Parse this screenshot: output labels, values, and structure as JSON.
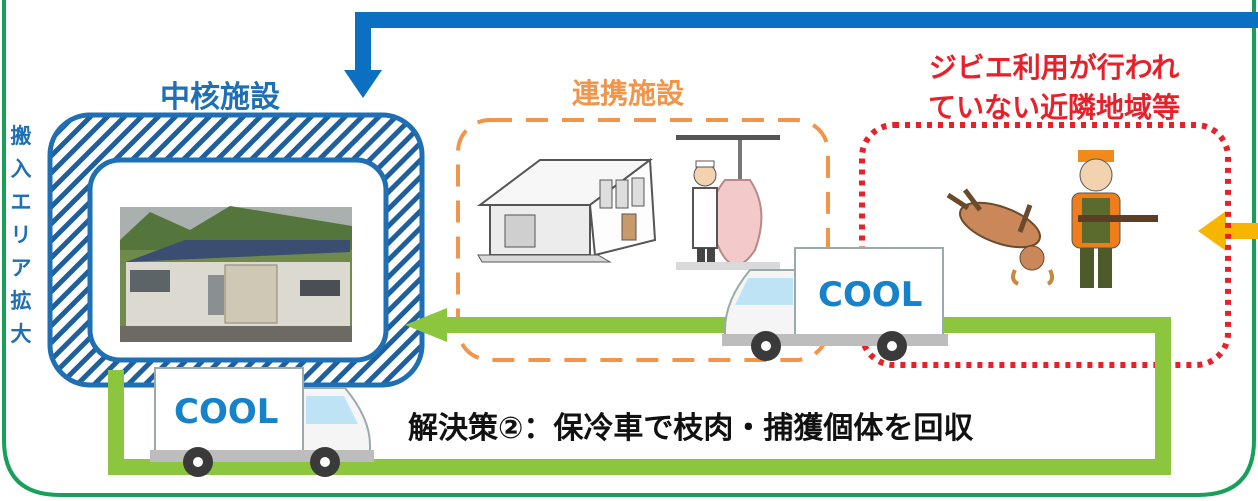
{
  "core_facility": {
    "title": "中核施設"
  },
  "partner_facility": {
    "title": "連携施設"
  },
  "region": {
    "line1": "ジビエ利用が行われ",
    "line2": "ていない近隣地域等"
  },
  "expansion_label": [
    "搬",
    "入",
    "エ",
    "リ",
    "ア",
    "拡",
    "大"
  ],
  "trucks": {
    "label": "COOL"
  },
  "solution": {
    "text": "解決策②：保冷車で枝肉・捕獲個体を回収"
  },
  "colors": {
    "core_blue": "#1f6fb5",
    "partner_orange": "#f0954a",
    "region_red": "#e8202a",
    "route_green": "#8cc63f",
    "frame_green": "#18a05a",
    "arrow_blue": "#0b6fc2",
    "arrow_yellow": "#f7b500"
  }
}
